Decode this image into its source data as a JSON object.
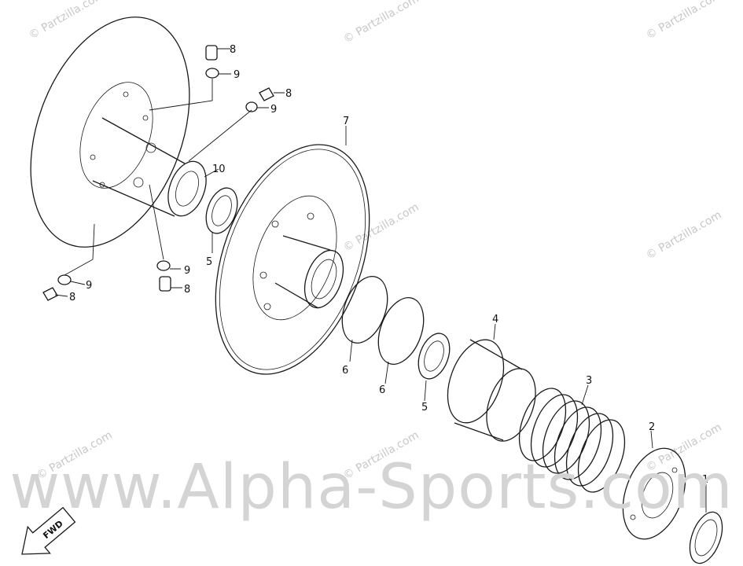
{
  "watermarks": {
    "small": "© Partzilla.com",
    "large": "www.Alpha-Sports.com"
  },
  "direction_arrow": {
    "label": "FWD"
  },
  "callouts": {
    "c1": "1",
    "c2": "2",
    "c3": "3",
    "c4": "4",
    "c5a": "5",
    "c5b": "5",
    "c6a": "6",
    "c6b": "6",
    "c7": "7",
    "c8a": "8",
    "c8b": "8",
    "c8c": "8",
    "c8d": "8",
    "c9a": "9",
    "c9b": "9",
    "c9c": "9",
    "c9d": "9",
    "c10": "10"
  }
}
